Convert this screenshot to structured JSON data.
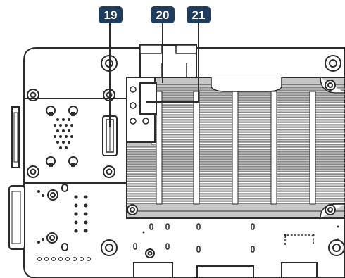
{
  "callouts": [
    {
      "id": "19",
      "label": "19"
    },
    {
      "id": "20",
      "label": "20"
    },
    {
      "id": "21",
      "label": "21"
    }
  ],
  "colors": {
    "callout_fill": "#1f3c5e",
    "board_fill": "#ffffff",
    "line": "#2b2b2b",
    "heatsink_fill": "#bdbdbd",
    "fin_fill": "#ffffff"
  }
}
